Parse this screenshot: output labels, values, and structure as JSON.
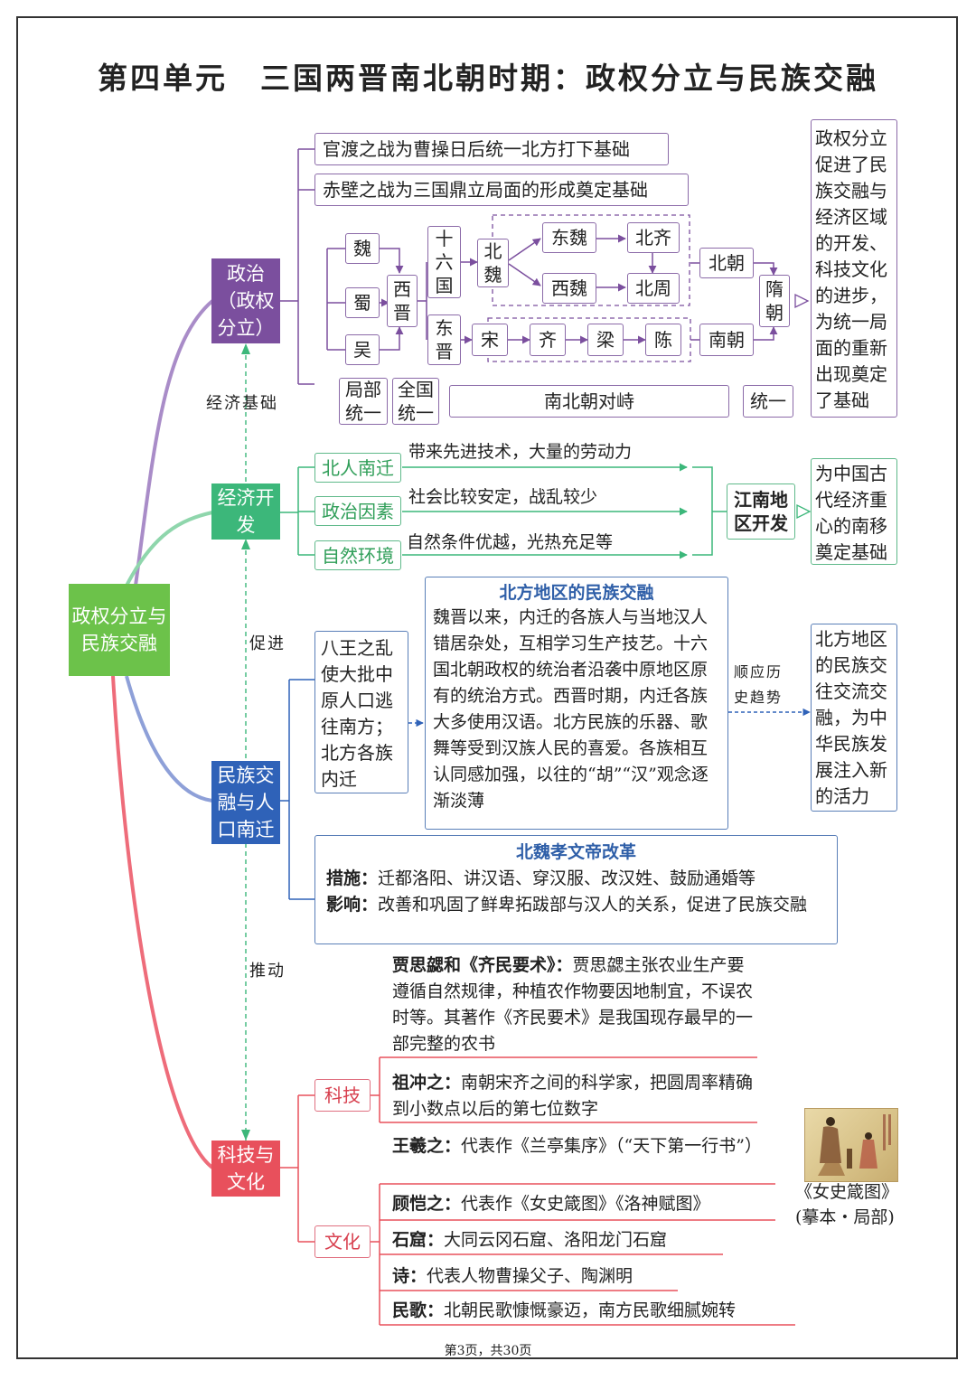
{
  "title": "第四单元　三国两晋南北朝时期：政权分立与民族交融",
  "center": "政权分立与民族交融",
  "nodes": {
    "politics": "政治（政权分立）",
    "economy": "经济开发",
    "ethnic": "民族交融与人口南迁",
    "culture": "科技与文化"
  },
  "links": {
    "economic_base": "经济基础",
    "promote": "促进",
    "push": "推动"
  },
  "politics": {
    "guandu": "官渡之战为曹操日后统一北方打下基础",
    "chibi": "赤壁之战为三国鼎立局面的形成奠定基础",
    "wei": "魏",
    "shu": "蜀",
    "wu": "吴",
    "western_jin": "西晋",
    "sixteen": "十六国",
    "northern_wei": "北魏",
    "eastern_jin": "东晋",
    "eastern_wei": "东魏",
    "western_wei": "西魏",
    "northern_qi": "北齐",
    "northern_zhou": "北周",
    "song": "宋",
    "qi": "齐",
    "liang": "梁",
    "chen": "陈",
    "north_dyn": "北朝",
    "south_dyn": "南朝",
    "sui": "隋朝",
    "local_unity": "局部统一",
    "national_unity": "全国统一",
    "confront": "南北朝对峙",
    "unify": "统一",
    "conclusion": "政权分立促进了民族交融与经济区域的开发、科技文化的进步，为统一局面的重新出现奠定了基础"
  },
  "economy": {
    "factors": [
      {
        "tag": "北人南迁",
        "text": "带来先进技术，大量的劳动力"
      },
      {
        "tag": "政治因素",
        "text": "社会比较安定，战乱较少"
      },
      {
        "tag": "自然环境",
        "text": "自然条件优越，光热充足等"
      }
    ],
    "result": "江南地区开发",
    "conclusion": "为中国古代经济重心的南移奠定基础"
  },
  "ethnic": {
    "cause": "八王之乱使大批中原人口逃往南方；北方各族内迁",
    "north_title": "北方地区的民族交融",
    "north_text": "魏晋以来，内迁的各族人与当地汉人错居杂处，互相学习生产技艺。十六国北朝政权的统治者沿袭中原地区原有的统治方式。西晋时期，内迁各族大多使用汉语。北方民族的乐器、歌舞等受到汉族人民的喜爱。各族相互认同感加强，以往的“胡”“汉”观念逐渐淡薄",
    "trend": "顺应历史趋势",
    "conclusion": "北方地区的民族交往交流交融，为中华民族发展注入新的活力",
    "reform_title": "北魏孝文帝改革",
    "measures_label": "措施：",
    "measures": "迁都洛阳、讲汉语、穿汉服、改汉姓、鼓励通婚等",
    "impact_label": "影响：",
    "impact": "改善和巩固了鲜卑拓跋部与汉人的关系，促进了民族交融"
  },
  "culture": {
    "tech_tag": "科技",
    "culture_tag": "文化",
    "tech": [
      {
        "name": "贾思勰和《齐民要术》：",
        "text": "贾思勰主张农业生产要遵循自然规律，种植农作物要因地制宜，不误农时等。其著作《齐民要术》是我国现存最早的一部完整的农书"
      },
      {
        "name": "祖冲之：",
        "text": "南朝宋齐之间的科学家，把圆周率精确到小数点以后的第七位数字"
      }
    ],
    "arts": [
      {
        "name": "王羲之：",
        "text": "代表作《兰亭集序》（“天下第一行书”）"
      },
      {
        "name": "顾恺之：",
        "text": "代表作《女史箴图》《洛神赋图》"
      },
      {
        "name": "石窟：",
        "text": "大同云冈石窟、洛阳龙门石窟"
      },
      {
        "name": "诗：",
        "text": "代表人物曹操父子、陶渊明"
      },
      {
        "name": "民歌：",
        "text": "北朝民歌慷慨豪迈，南方民歌细腻婉转"
      }
    ],
    "caption1": "《女史箴图》",
    "caption2": "(摹本・局部)"
  },
  "footer": "第3页，共30页",
  "colors": {
    "politics": "#7b4f9e",
    "economy": "#3cb77a",
    "ethnic": "#2f62b8",
    "culture": "#e8505c",
    "center": "#6cc24a"
  }
}
